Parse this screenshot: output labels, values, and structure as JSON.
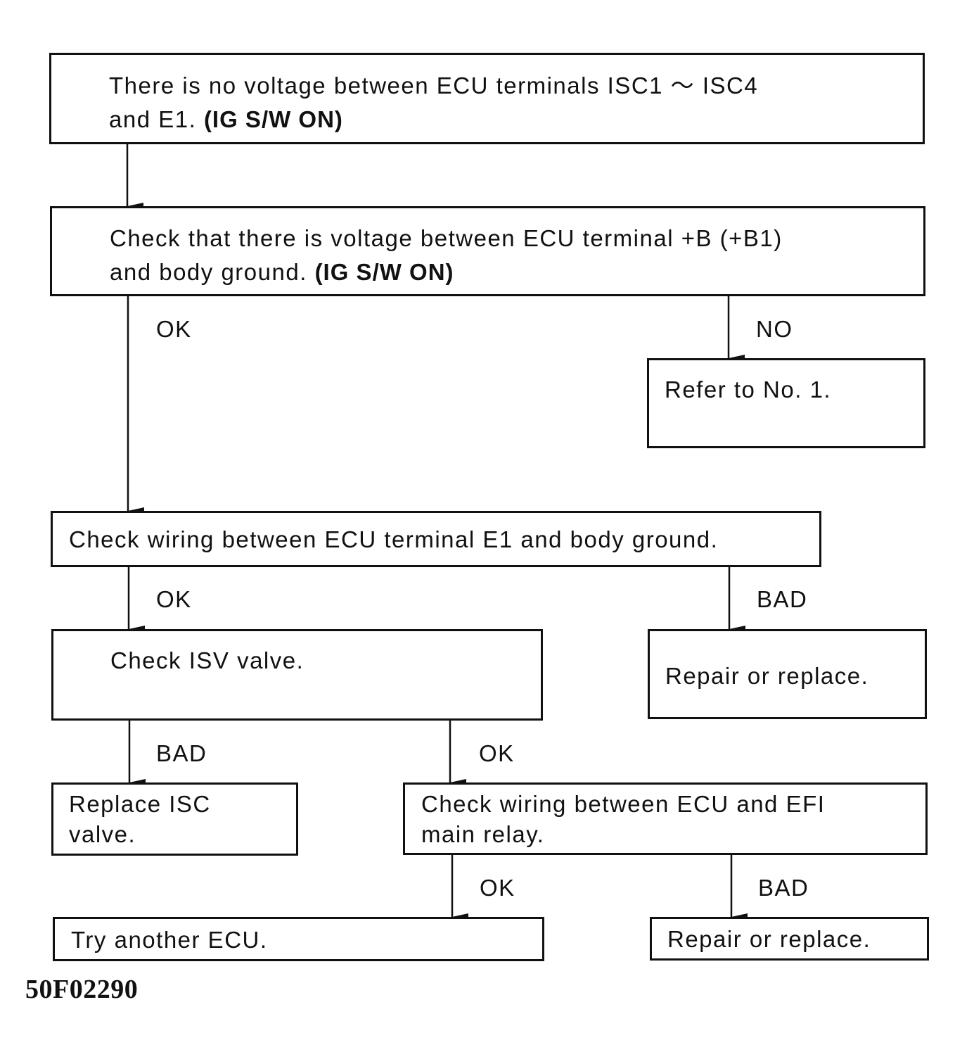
{
  "steps": {
    "start": {
      "line1": "There is no voltage between ECU terminals ISC1 ～ ISC4",
      "line2": "and E1.",
      "cond": "(IG S/W ON)"
    },
    "check_voltage": {
      "line1": "Check that there is voltage between ECU terminal +B (+B1)",
      "line2": "and body ground.",
      "cond": "(IG S/W ON)"
    },
    "refer": {
      "text": "Refer to No. 1."
    },
    "check_ground": {
      "text": "Check wiring between ECU terminal E1 and body ground."
    },
    "check_isv": {
      "text": "Check ISV valve."
    },
    "repair1": {
      "text": "Repair or replace."
    },
    "replace_isc": {
      "line1": "Replace ISC",
      "line2": "valve."
    },
    "check_relay": {
      "line1": "Check wiring between ECU and EFI",
      "line2": "main relay."
    },
    "try_ecu": {
      "text": "Try another ECU."
    },
    "repair2": {
      "text": "Repair or replace."
    }
  },
  "labels": {
    "ok1": "OK",
    "no1": "NO",
    "ok2": "OK",
    "bad2": "BAD",
    "bad3": "BAD",
    "ok3": "OK",
    "ok4": "OK",
    "bad4": "BAD"
  },
  "figure_code": "50F02290"
}
